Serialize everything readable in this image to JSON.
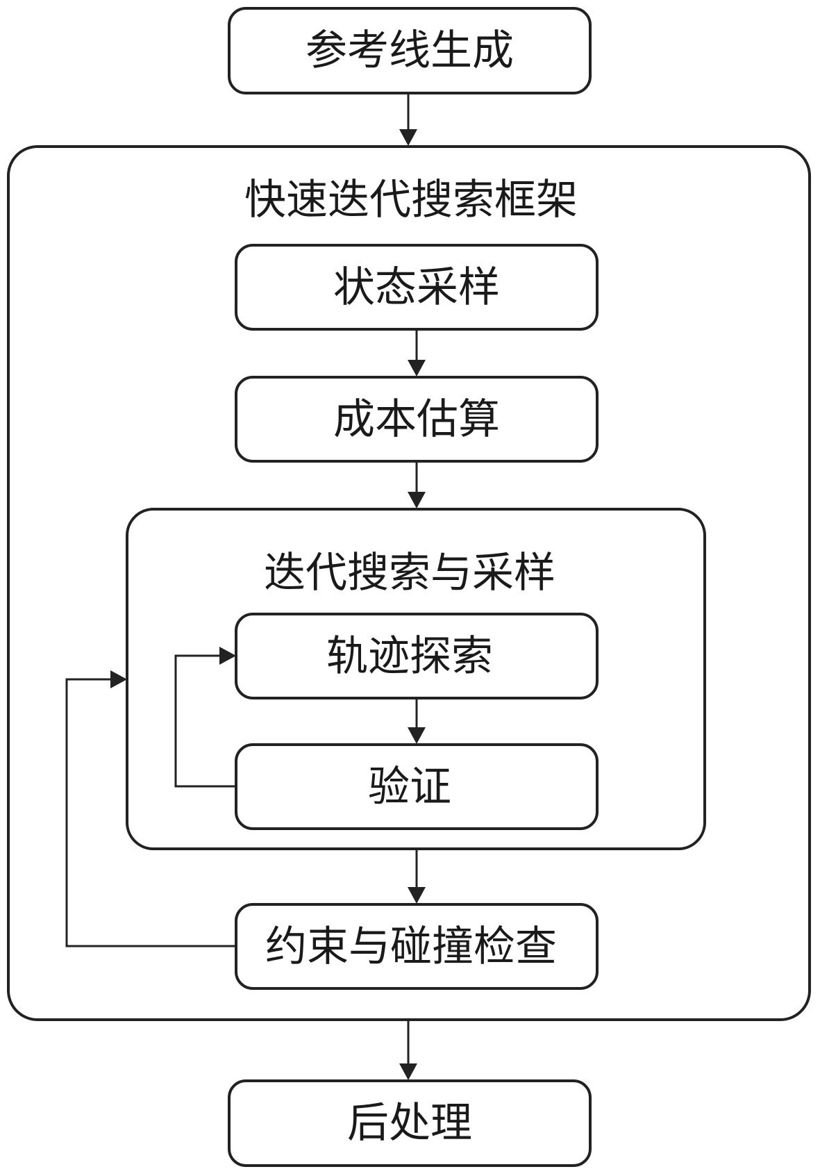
{
  "nodes": {
    "reference_line": "参考线生成",
    "framework_title": "快速迭代搜索框架",
    "state_sampling": "状态采样",
    "cost_estimation": "成本估算",
    "iterative_title": "迭代搜索与采样",
    "trajectory_exploration": "轨迹探索",
    "verification": "验证",
    "constraint_check": "约束与碰撞检查",
    "post_processing": "后处理"
  },
  "colors": {
    "stroke": "#222222",
    "text": "#1a1a1a",
    "background": "#ffffff"
  }
}
